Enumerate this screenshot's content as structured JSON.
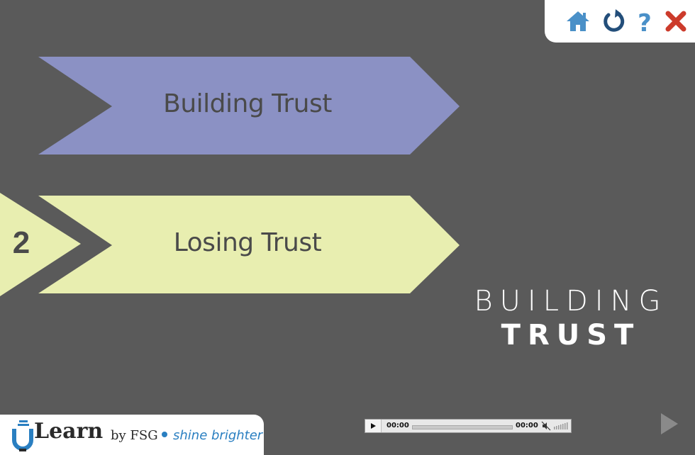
{
  "toolbar": {
    "buttons": [
      {
        "icon": "home-icon",
        "color": "#4a90c8"
      },
      {
        "icon": "reload-icon",
        "color": "#234e7a"
      },
      {
        "icon": "help-icon",
        "color": "#4a90c8"
      },
      {
        "icon": "close-icon",
        "color": "#cc3b2b"
      }
    ]
  },
  "menu": {
    "items": [
      {
        "label": "Building Trust",
        "color": "#8b91c4"
      },
      {
        "label": "Losing Trust",
        "color": "#e8eeb0",
        "number": "2",
        "selected": true
      }
    ]
  },
  "title": {
    "line1": "BUILDING",
    "line2": "TRUST"
  },
  "brand": {
    "logo": "U",
    "name": "Learn",
    "by": "by FSG",
    "tagline": "shine brighter",
    "accent": "#2a7fc1"
  },
  "player": {
    "current_time": "00:00",
    "duration": "00:00"
  },
  "colors": {
    "background": "#5a5a5a"
  }
}
